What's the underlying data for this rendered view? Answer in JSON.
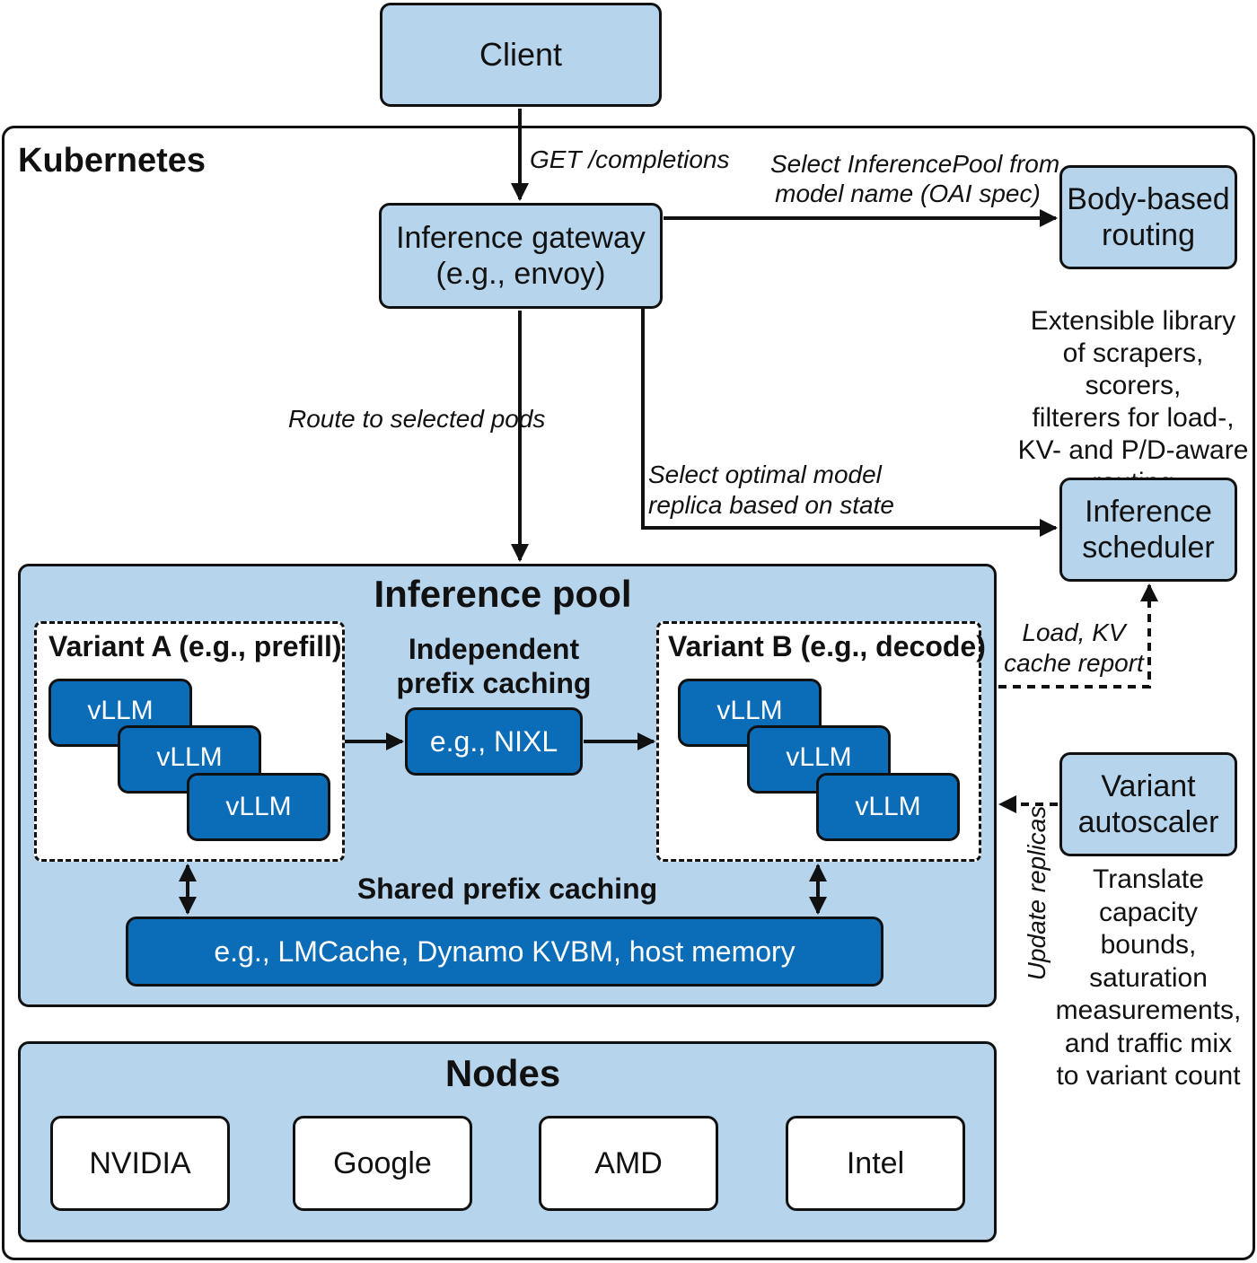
{
  "client": "Client",
  "kubernetes_label": "Kubernetes",
  "gateway": {
    "line1": "Inference gateway",
    "line2": "(e.g., envoy)"
  },
  "body_routing": {
    "line1": "Body-based",
    "line2": "routing"
  },
  "scheduler": {
    "line1": "Inference",
    "line2": "scheduler"
  },
  "autoscaler": {
    "line1": "Variant",
    "line2": "autoscaler"
  },
  "edge_labels": {
    "get_completions": "GET /completions",
    "select_pool_1": "Select InferencePool from",
    "select_pool_2": "model name (OAI spec)",
    "route_pods": "Route to selected pods",
    "select_replica_1": "Select optimal model",
    "select_replica_2": "replica based on state",
    "load_kv_1": "Load, KV",
    "load_kv_2": "cache report",
    "update_replicas": "Update replicas"
  },
  "scheduler_note": [
    "Extensible library",
    "of scrapers, scorers,",
    "filterers for load-,",
    "KV- and P/D-aware",
    "routing"
  ],
  "autoscaler_note": [
    "Translate",
    "capacity",
    "bounds,",
    "saturation",
    "measurements,",
    "and traffic mix",
    "to variant count"
  ],
  "pool": {
    "title": "Inference pool",
    "variant_a": "Variant A (e.g., prefill)",
    "variant_b": "Variant B (e.g., decode)",
    "vllm": "vLLM",
    "independent_1": "Independent",
    "independent_2": "prefix caching",
    "nixl": "e.g., NIXL",
    "shared": "Shared prefix caching",
    "shared_store": "e.g., LMCache, Dynamo KVBM, host memory"
  },
  "nodes": {
    "title": "Nodes",
    "items": [
      "NVIDIA",
      "Google",
      "AMD",
      "Intel"
    ]
  },
  "colors": {
    "light_fill": "#b6d5ec",
    "dark_fill": "#0b6cb8",
    "stroke": "#111111"
  }
}
